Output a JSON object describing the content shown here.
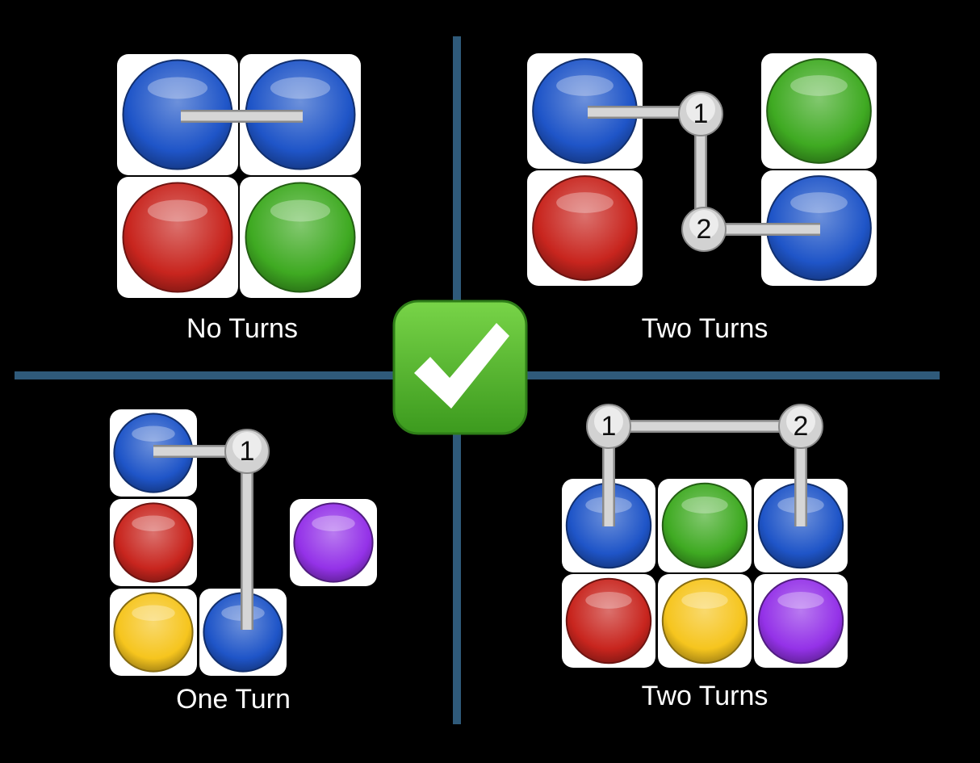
{
  "colors": {
    "background": "#000000",
    "divider": "#2f5a7a",
    "tile": "#ffffff",
    "connector": "#d6d6d6",
    "check_green": "#4caf2a"
  },
  "ball_colors": {
    "blue": "#1f55c8",
    "red": "#c8251e",
    "green": "#3faa22",
    "yellow": "#f6c51e",
    "purple": "#9432e8"
  },
  "center_icon": "check-mark-icon",
  "panels": [
    {
      "id": "no-turns",
      "caption": "No Turns",
      "tile_colors": [
        "blue",
        "blue",
        "red",
        "green"
      ],
      "turn_labels": []
    },
    {
      "id": "two-turns-top",
      "caption": "Two Turns",
      "tile_colors": [
        "blue",
        "red",
        "green",
        "blue"
      ],
      "turn_labels": [
        "1",
        "2"
      ]
    },
    {
      "id": "one-turn",
      "caption": "One Turn",
      "tile_colors": [
        "blue",
        "red",
        "yellow",
        "blue",
        "purple"
      ],
      "turn_labels": [
        "1"
      ]
    },
    {
      "id": "two-turns-bottom",
      "caption": "Two Turns",
      "tile_colors": [
        "blue",
        "green",
        "blue",
        "red",
        "yellow",
        "purple"
      ],
      "turn_labels": [
        "1",
        "2"
      ]
    }
  ]
}
